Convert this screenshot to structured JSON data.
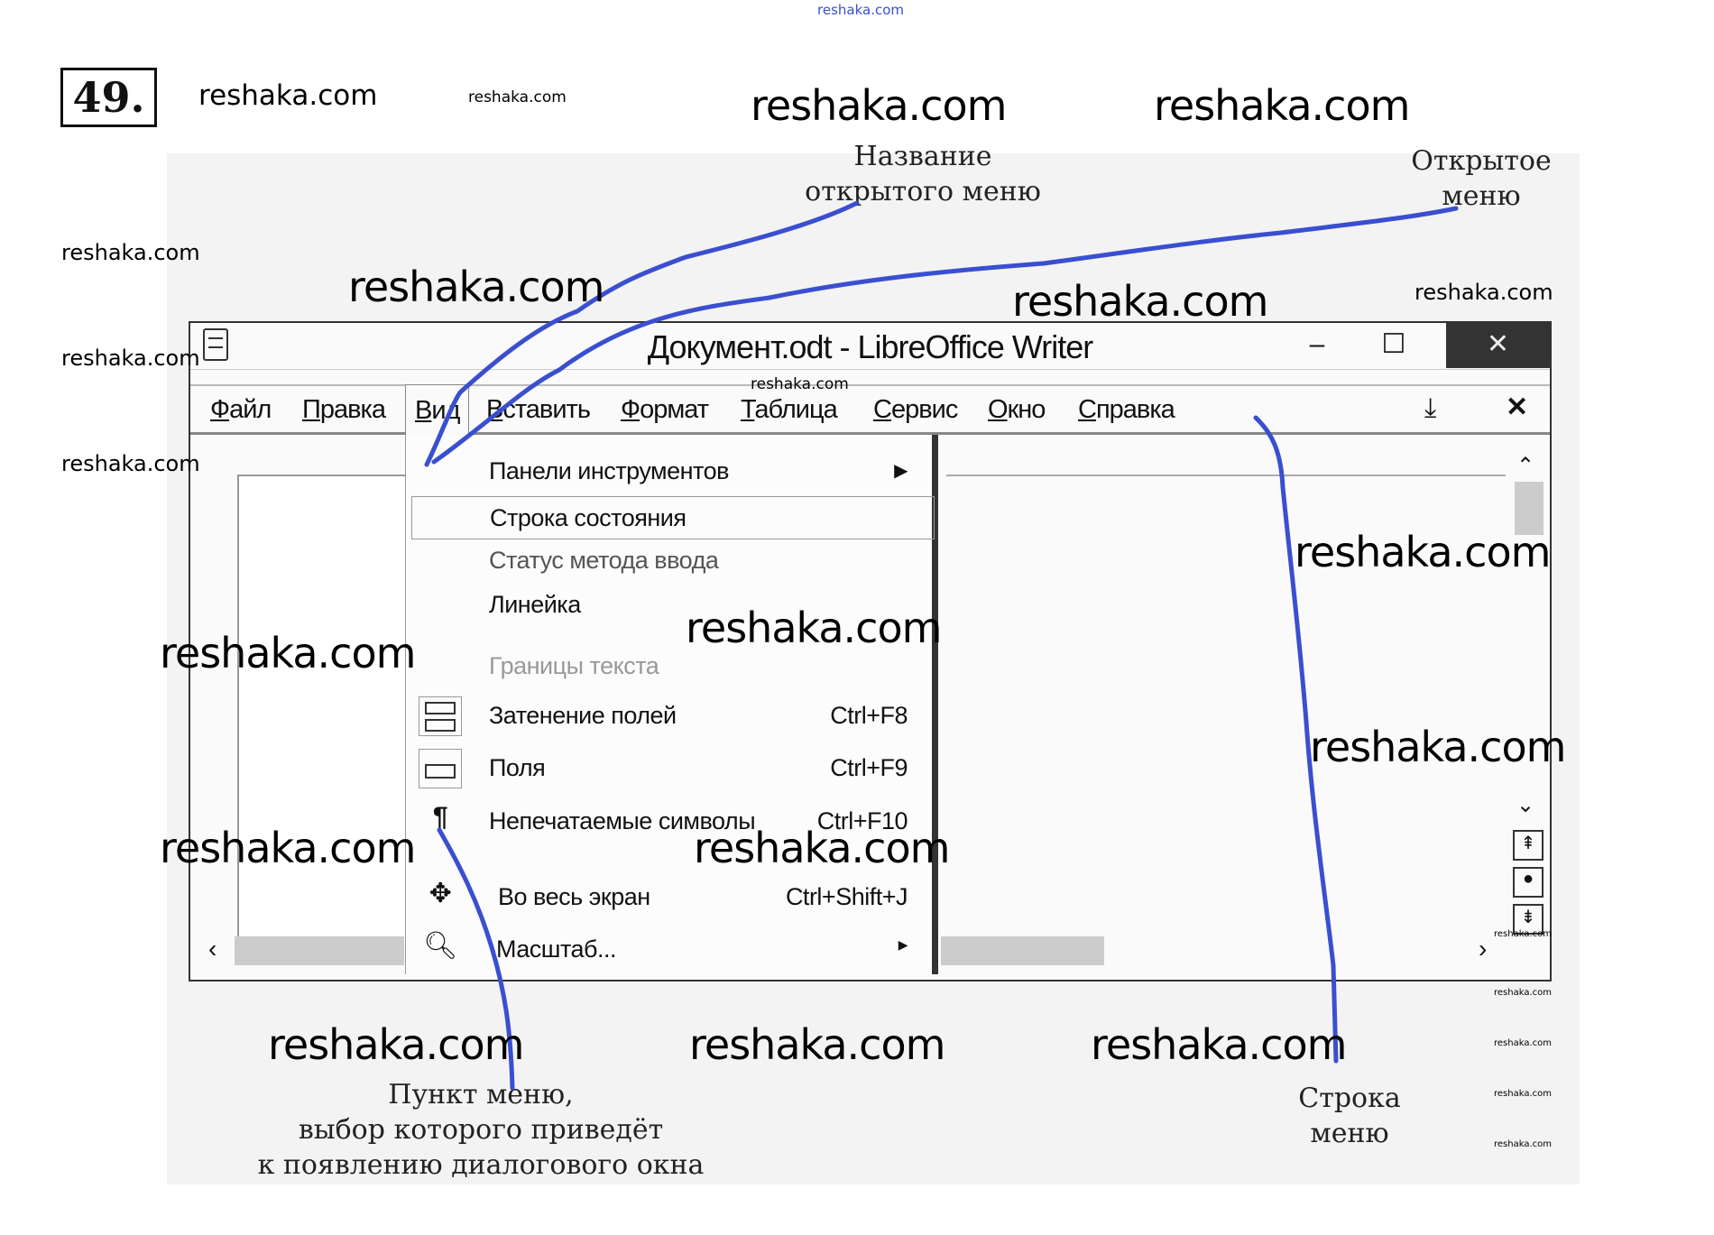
{
  "exercise_number": "49.",
  "window": {
    "title": "Документ.odt - LibreOffice Writer",
    "minimize": "‒",
    "maximize": "☐",
    "close": "✕",
    "doc_icon": "document-icon"
  },
  "menubar": {
    "items": [
      {
        "u": "Ф",
        "rest": "айл"
      },
      {
        "u": "П",
        "rest": "равка"
      },
      {
        "u": "В",
        "rest": "ид"
      },
      {
        "u": "В",
        "rest": "ставить"
      },
      {
        "u": "Ф",
        "rest": "ормат"
      },
      {
        "u": "Т",
        "rest": "аблица"
      },
      {
        "u": "С",
        "rest": "ервис"
      },
      {
        "u": "О",
        "rest": "кно"
      },
      {
        "u": "С",
        "rest": "правка"
      }
    ],
    "close_doc": "✕"
  },
  "view_menu": {
    "items": [
      {
        "label": "Панели инструментов",
        "submenu": "▶"
      },
      {
        "label": "Строка состояния"
      },
      {
        "label": "Статус метода ввода"
      },
      {
        "label": "Линейка"
      },
      {
        "label": "Границы текста"
      },
      {
        "label": "Затенение полей",
        "shortcut": "Ctrl+F8"
      },
      {
        "label": "Поля",
        "shortcut": "Ctrl+F9"
      },
      {
        "label": "Непечатаемые символы",
        "shortcut": "Ctrl+F10"
      },
      {
        "label": "Во весь экран",
        "shortcut": "Ctrl+Shift+J"
      },
      {
        "label": "Масштаб...",
        "submenu": "▶"
      }
    ]
  },
  "annotations": {
    "open_menu_name": [
      "Название",
      "открытого меню"
    ],
    "open_menu": [
      "Открытое",
      "меню"
    ],
    "dialog_item": [
      "Пункт меню,",
      "выбор которого приведёт",
      "к появлению диалогового окна"
    ],
    "menu_bar": [
      "Строка",
      "меню"
    ]
  },
  "colors": {
    "annotation_line": "#3a4fd0",
    "background": "#f3f3f3"
  },
  "watermarks": [
    "reshaka.com",
    "reshaka.com",
    "reshaka.com",
    "reshaka.com",
    "reshaka.com",
    "reshaka.com",
    "reshaka.com",
    "reshaka.com",
    "reshaka.com",
    "reshaka.com",
    "reshaka.com",
    "reshaka.com",
    "reshaka.com",
    "reshaka.com",
    "reshaka.com",
    "reshaka.com",
    "reshaka.com",
    "reshaka.com",
    "reshaka.com",
    "reshaka.com",
    "reshaka.com",
    "reshaka.com",
    "reshaka.com",
    "reshaka.com",
    "reshaka.com",
    "reshaka.com"
  ]
}
